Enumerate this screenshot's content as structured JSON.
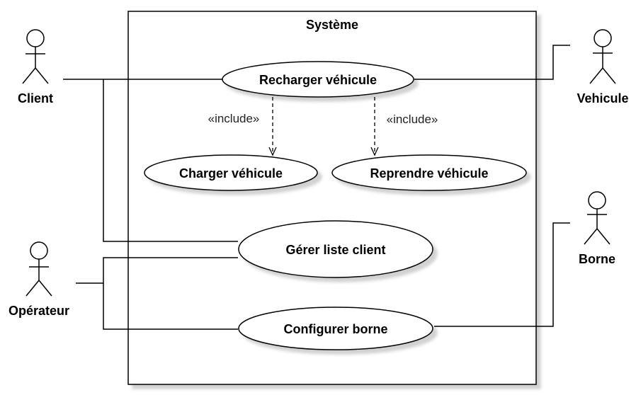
{
  "diagram": {
    "system_label": "Système",
    "actors": {
      "client": "Client",
      "operateur": "Opérateur",
      "vehicule": "Vehicule",
      "borne": "Borne"
    },
    "use_cases": {
      "recharger": "Recharger véhicule",
      "charger": "Charger véhicule",
      "reprendre": "Reprendre véhicule",
      "gerer": "Gérer liste client",
      "configurer": "Configurer borne"
    },
    "relations": {
      "include_left": "«include»",
      "include_right": "«include»"
    }
  }
}
